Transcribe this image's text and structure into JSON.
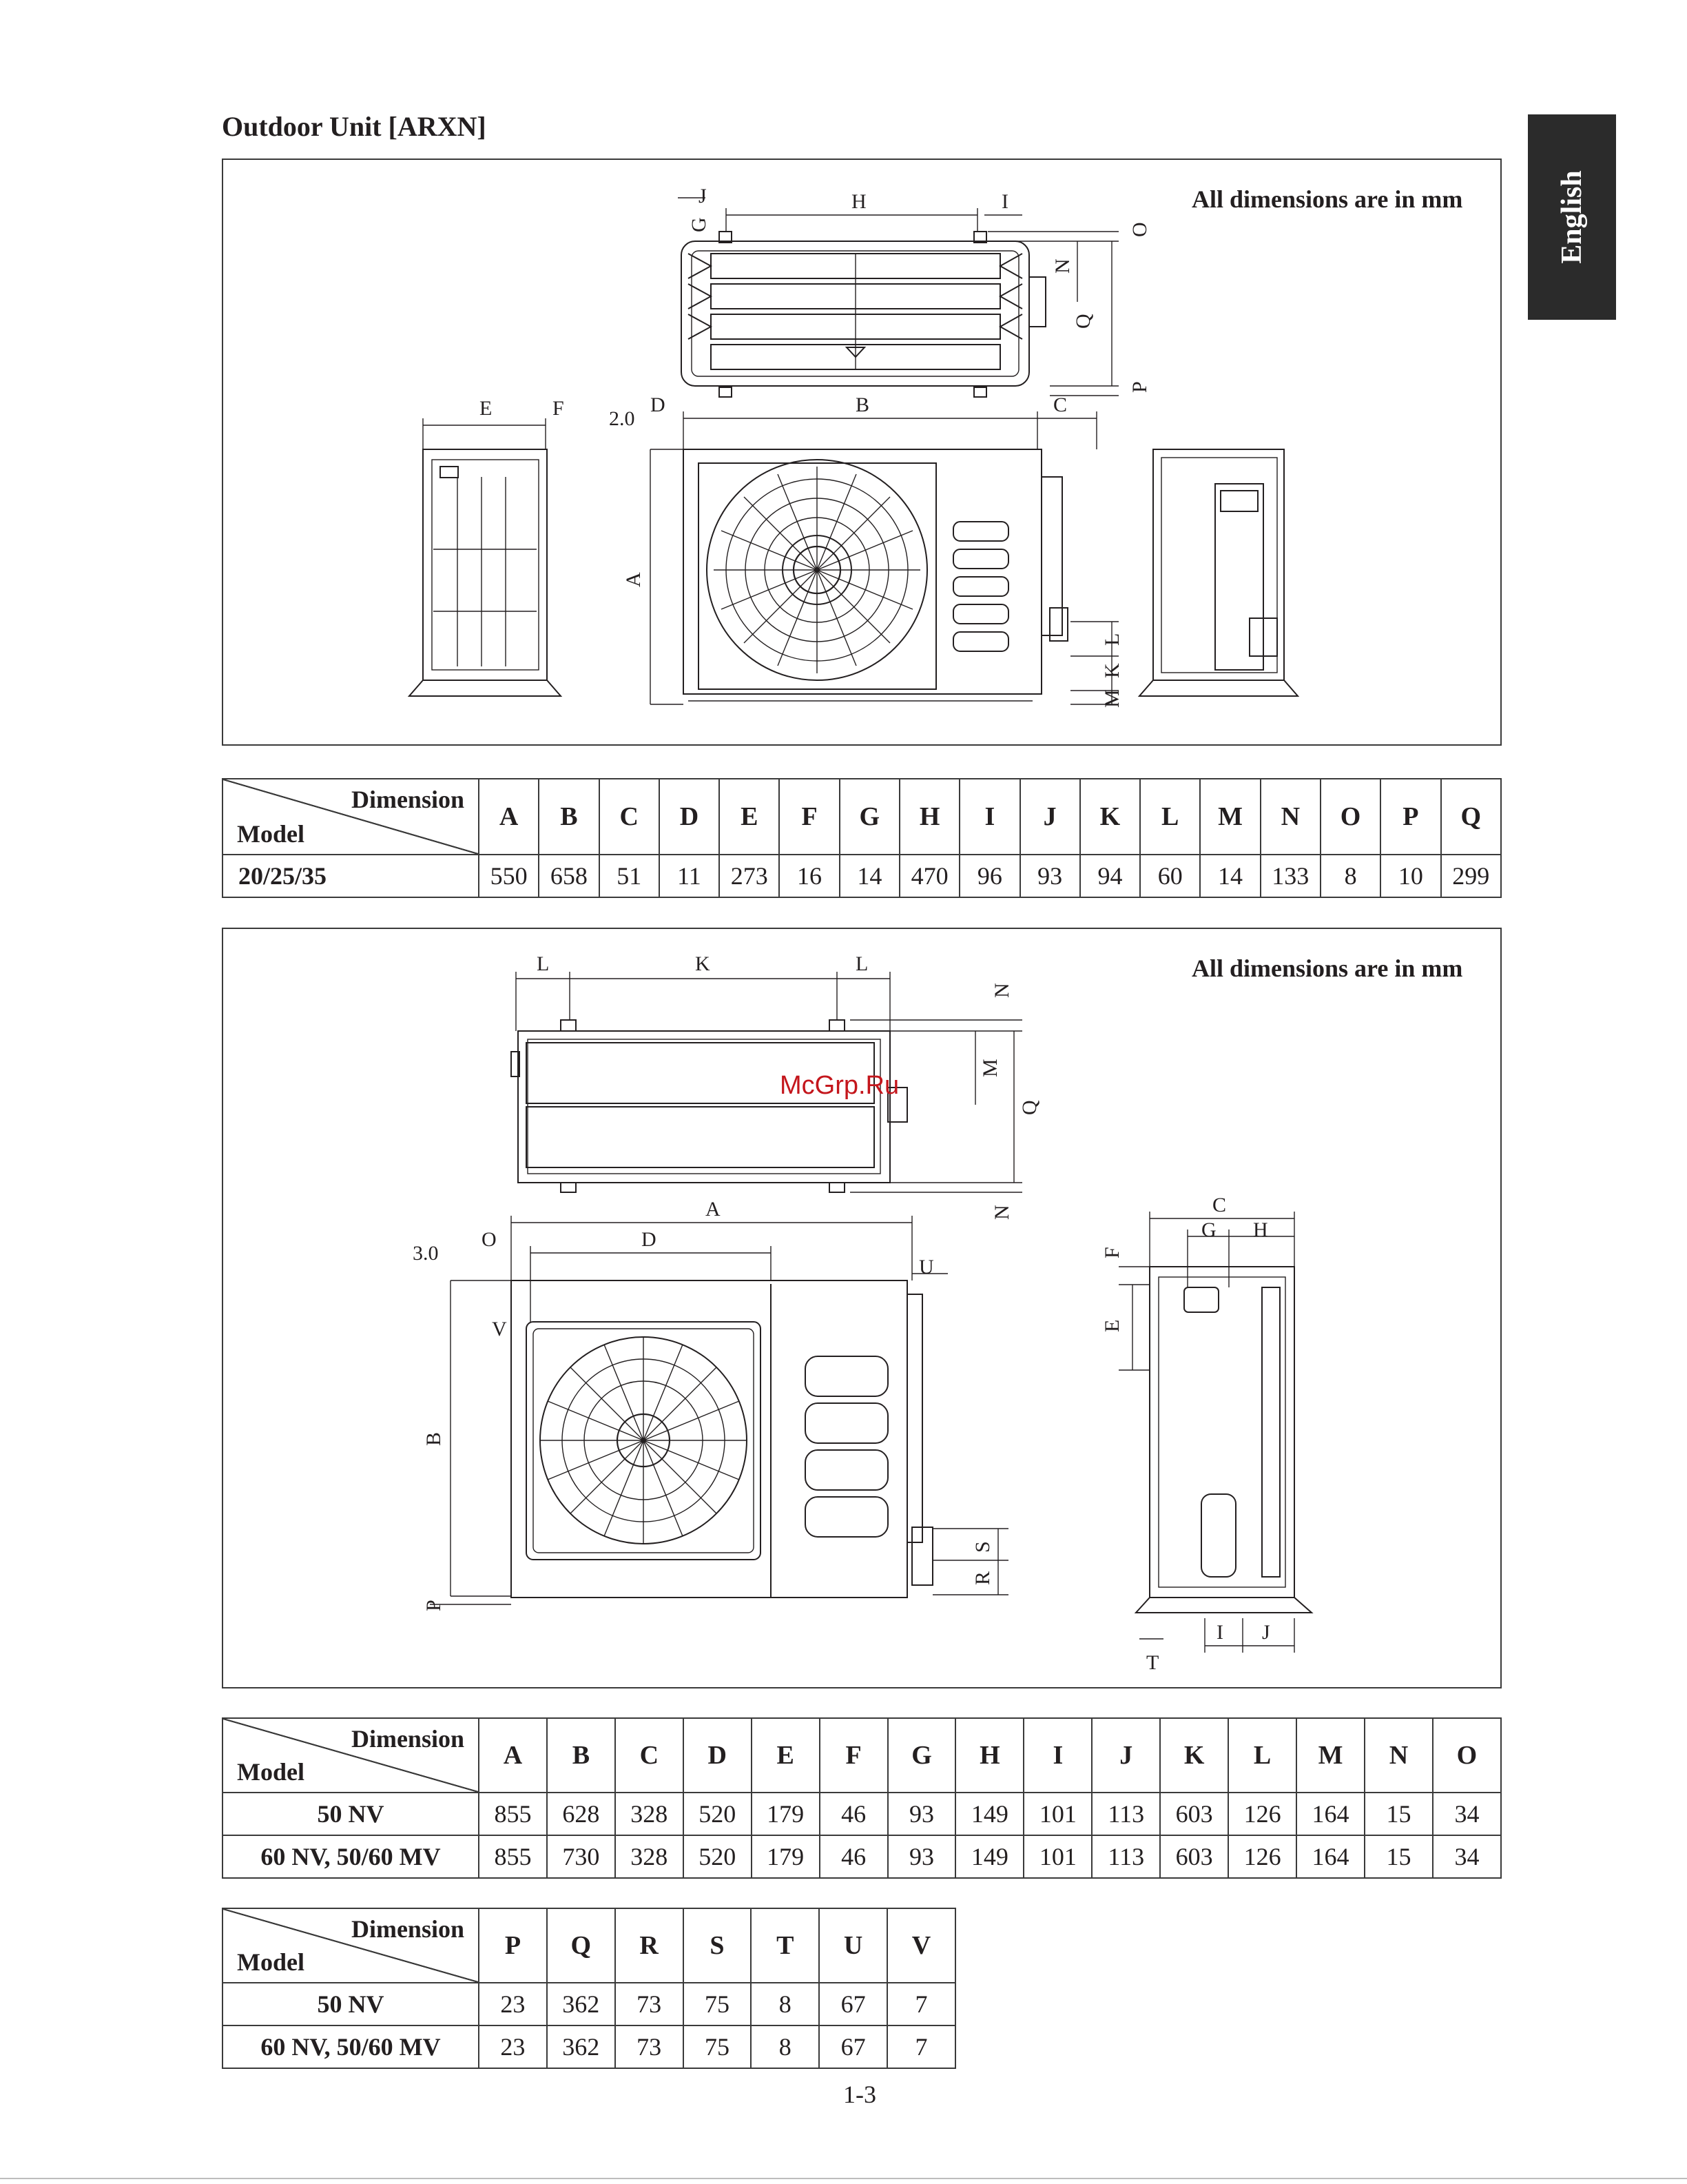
{
  "page": {
    "title": "Outdoor Unit [ARXN]",
    "language_tab": "English",
    "page_number": "1-3",
    "watermark": "McGrp.Ru"
  },
  "figure1": {
    "note": "All dimensions are in mm",
    "labels": {
      "A": "A",
      "B": "B",
      "C": "C",
      "D": "D",
      "E": "E",
      "F": "F",
      "G": "G",
      "H": "H",
      "I": "I",
      "J": "J",
      "K": "K",
      "L": "L",
      "M": "M",
      "N": "N",
      "O": "O",
      "P": "P",
      "Q": "Q",
      "gap": "2.0"
    }
  },
  "table1": {
    "corner_dimension": "Dimension",
    "corner_model": "Model",
    "columns": [
      "A",
      "B",
      "C",
      "D",
      "E",
      "F",
      "G",
      "H",
      "I",
      "J",
      "K",
      "L",
      "M",
      "N",
      "O",
      "P",
      "Q"
    ],
    "rows": [
      {
        "model": "20/25/35",
        "values": [
          "550",
          "658",
          "51",
          "11",
          "273",
          "16",
          "14",
          "470",
          "96",
          "93",
          "94",
          "60",
          "14",
          "133",
          "8",
          "10",
          "299"
        ]
      }
    ]
  },
  "figure2": {
    "note": "All dimensions are in mm",
    "labels": {
      "A": "A",
      "B": "B",
      "C": "C",
      "D": "D",
      "E": "E",
      "F": "F",
      "G": "G",
      "H": "H",
      "I": "I",
      "J": "J",
      "K": "K",
      "L": "L",
      "M": "M",
      "N": "N",
      "O": "O",
      "P": "P",
      "Q": "Q",
      "R": "R",
      "S": "S",
      "T": "T",
      "U": "U",
      "V": "V",
      "gap": "3.0"
    }
  },
  "table2": {
    "corner_dimension": "Dimension",
    "corner_model": "Model",
    "columns": [
      "A",
      "B",
      "C",
      "D",
      "E",
      "F",
      "G",
      "H",
      "I",
      "J",
      "K",
      "L",
      "M",
      "N",
      "O"
    ],
    "rows": [
      {
        "model": "50 NV",
        "values": [
          "855",
          "628",
          "328",
          "520",
          "179",
          "46",
          "93",
          "149",
          "101",
          "113",
          "603",
          "126",
          "164",
          "15",
          "34"
        ]
      },
      {
        "model": "60 NV, 50/60 MV",
        "values": [
          "855",
          "730",
          "328",
          "520",
          "179",
          "46",
          "93",
          "149",
          "101",
          "113",
          "603",
          "126",
          "164",
          "15",
          "34"
        ]
      }
    ]
  },
  "table3": {
    "corner_dimension": "Dimension",
    "corner_model": "Model",
    "columns": [
      "P",
      "Q",
      "R",
      "S",
      "T",
      "U",
      "V"
    ],
    "rows": [
      {
        "model": "50 NV",
        "values": [
          "23",
          "362",
          "73",
          "75",
          "8",
          "67",
          "7"
        ]
      },
      {
        "model": "60 NV, 50/60 MV",
        "values": [
          "23",
          "362",
          "73",
          "75",
          "8",
          "67",
          "7"
        ]
      }
    ]
  }
}
